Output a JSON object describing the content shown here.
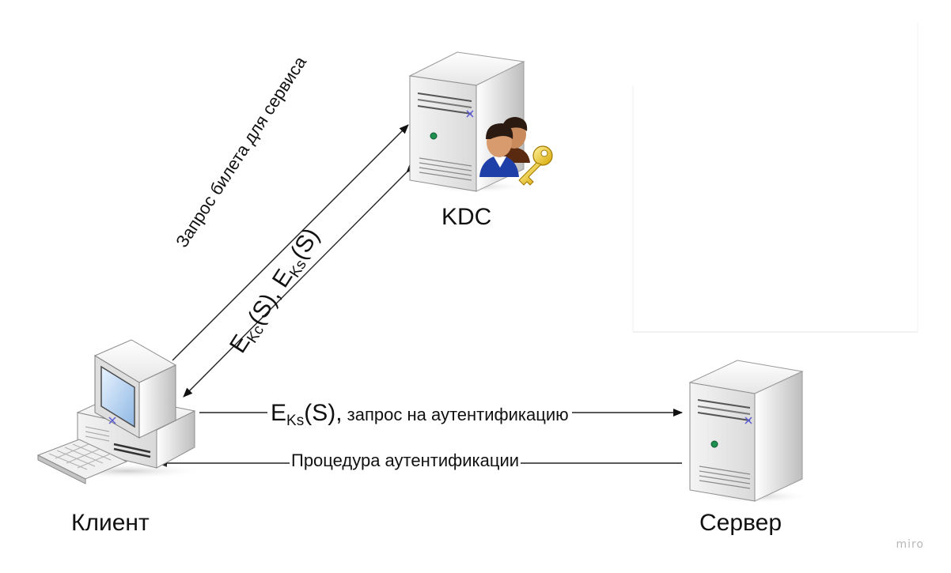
{
  "nodes": {
    "kdc": {
      "label": "KDC"
    },
    "client": {
      "label": "Клиент"
    },
    "server": {
      "label": "Сервер"
    }
  },
  "messages": {
    "ticket_request": {
      "text": "Запрос билета для сервиса"
    },
    "ticket_reply": {
      "e1": "E",
      "e1_sub": "Kc",
      "e1_arg": "(S),",
      "e2": " E",
      "e2_sub": "Ks",
      "e2_arg": "(S)"
    },
    "service_request": {
      "e": "E",
      "e_sub": "Ks",
      "e_arg": "(S),",
      "text": " запрос на аутентификацию"
    },
    "auth_procedure": {
      "text": "Процедура аутентификации"
    }
  },
  "watermark": "miro",
  "colors": {
    "line": "#2b2b2b",
    "server_body": "#e8e8e8",
    "server_shadow": "#c8c8c8"
  }
}
